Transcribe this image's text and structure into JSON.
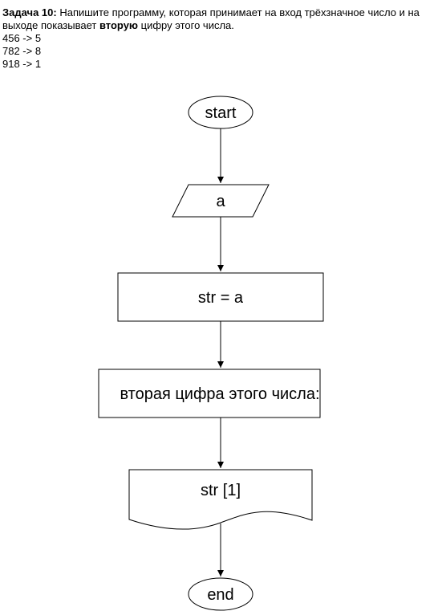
{
  "task": {
    "label": "Задача 10:",
    "text_part1": " Напишите программу, которая принимает на вход трёхзначное число и на выходе показывает ",
    "bold_word": "вторую",
    "text_part2": " цифру этого числа.",
    "examples": [
      "456 -> 5",
      "782 -> 8",
      "918 -> 1"
    ]
  },
  "flowchart": {
    "start_label": "start",
    "input_label": "a",
    "process_label": "str = a",
    "message_label": "вторая цифра этого числа:",
    "output_label": "str [1]",
    "end_label": "end"
  },
  "colors": {
    "stroke": "#000000",
    "fill": "#ffffff",
    "text": "#000000"
  }
}
